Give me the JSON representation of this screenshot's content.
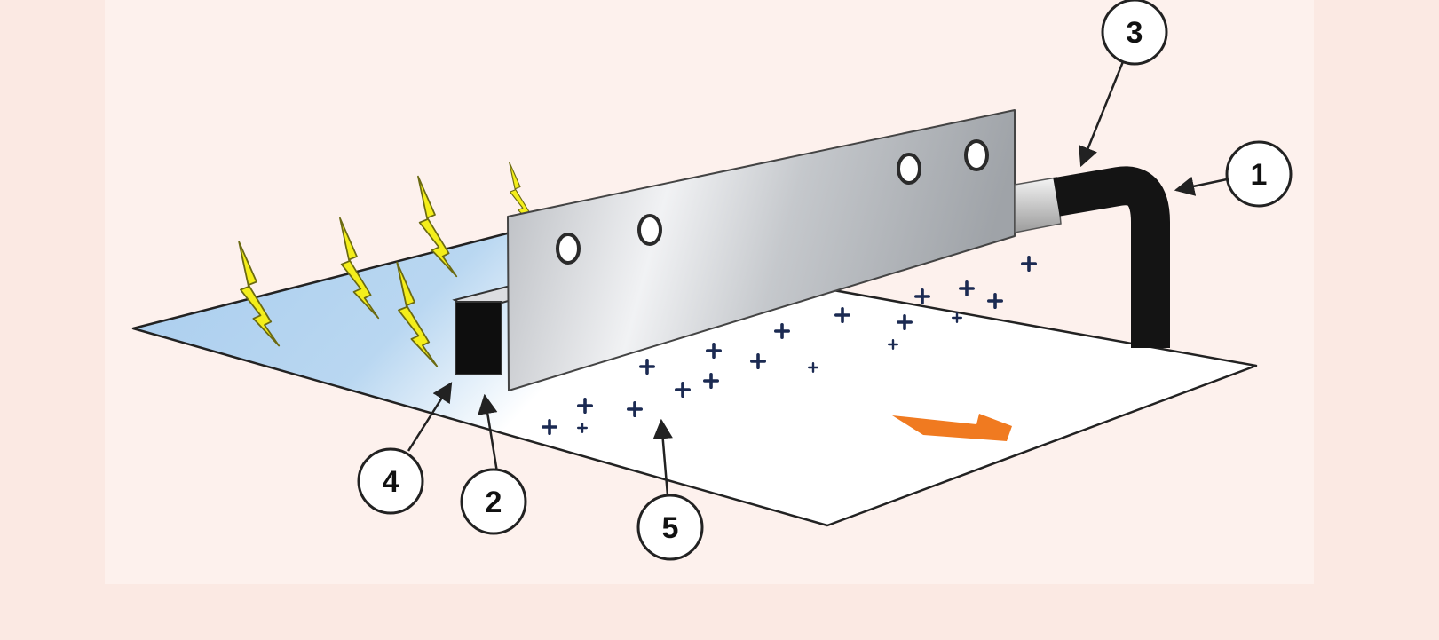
{
  "diagram": {
    "colors": {
      "page_background": "#fbe9e3",
      "panel_background": "#fdf1ed",
      "film_charged": "#a9cdee",
      "film_clean": "#ffffff",
      "bar_metal": "#c9ccd0",
      "cable": "#141414",
      "lightning": "#f4ee1b",
      "charge_mark": "#1b2a52",
      "direction_arrow": "#f07a20",
      "callout_outline": "#222222"
    },
    "icons": {
      "lightning": "lightning-bolt-icon",
      "charge": "plus-charge-icon",
      "direction": "direction-arrow-icon"
    },
    "callouts": [
      {
        "id": "c1",
        "label": "1"
      },
      {
        "id": "c2",
        "label": "2"
      },
      {
        "id": "c3",
        "label": "3"
      },
      {
        "id": "c4",
        "label": "4"
      },
      {
        "id": "c5",
        "label": "5"
      }
    ]
  }
}
